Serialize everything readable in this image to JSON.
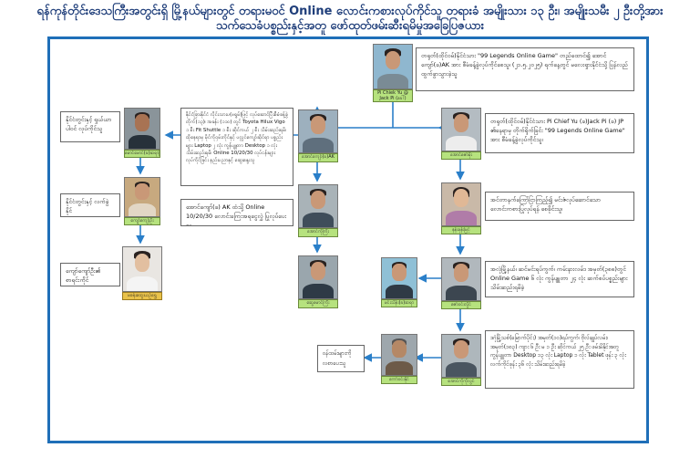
{
  "title": {
    "line1": "ရန်ကုန်တိုင်းဒေသကြီးအတွင်းရှိ မြို့နယ်များတွင် တရားမဝင် Online လောင်းကစားလုပ်ကိုင်သူ တရားခံ အမျိုးသား ၁၃ ဦး၊ အမျိုးသမီး ၂ ဦးတို့အား",
    "line2": "သက်သေခံပစ္စည်းနှင့်အတူ ဖော်ထုတ်ဖမ်းဆီးရမိမှုအခြေပြဇယား"
  },
  "nodes": {
    "top": {
      "caption": "Pi Chiek Yu @ Jack Pi (ခေါ်)",
      "text": "တရုတ်(ထိုင်ဝမ်)နိုင်ငံသား \"99 Legends Online Game\" တည်ထောင်၍ အောင်ကျော်(ခ)AK အား စီမံခန့်ခွဲလုပ်ကိုင်စေသူ၊ (၂၁.၅.၂၀၂၅) ရက်နေ့တွင် မလေးရှားနိုင်ငံသို့ ပြန်လည်ထွက်ခွာသွားခဲ့သူ"
    },
    "left": {
      "caption": "အောင်ကျော်(ခ)AK",
      "text": "နိုင်ငံခြားနိုင်ငံ လိုင်းသားပ(ဗရွမ်)ဖြင့် လုပ်ဆောင်ပြီးစီမံခန့်ခွဲ တိုက်(၁၃)၊ အခန်း (၁၁၀) တွင် Toyota Hilux Vigo ၁ စီး Fit Shuttle ၁ စီး ဆိုင်ကယ် ၂ စီး သိမ်းဆည်းရမိ၊ ထိုနေရာမှ မိုင်ကိုဝှမ်းကိုင်နှင့် ပလ္လင်ကျော်ဆိုင်ရာ ပစ္စည်းများ Laptop ၂ လုံး ကွန်ပျူတာ Desktop ၁ လုံး သိမ်းဆည်းရမိ၊ Online 10/20/30 လုပ်ငန်းများ လုပ်ကိုင်ခြင်း နည်းပညာနှင့် ဆွေးနွေးသူ"
    },
    "left_mid": {
      "caption": "အောင်ကိုကြီး",
      "text": "အောင်ကျော်(ခ) AK ထံသို့ Online 10/20/30 လောင်းကြေးအရငွေလွှဲ ပြုလုပ်ပေးသူ"
    },
    "left_bottom": {
      "caption": "ဆွေမောင်ကြီး"
    },
    "far_top": {
      "caption": "မောင်မောင်(ခ)ဆရာကြီး",
      "text": "နိုင်ငံတွင်းနှင့် ရှယ်ယာပါဝင် လုပ်ကိုင်သူ"
    },
    "far_mid": {
      "caption": "ကျော်ကျော်ဦး",
      "text": "နိုင်ငံတွင်းနှင့် လက်ခွဲနိုင်"
    },
    "far_bottom": {
      "caption": "မစန်းထွေးယဉ်ရွှေ",
      "text": "ကျော်ကျော်ဦး၏ စာရင်းကိုင်"
    },
    "right1": {
      "caption": "အောင်ဇော်မိုး",
      "text": "တရုတ်(ထိုင်ဝမ်)နိုင်ငံသား Pi Chief Yu (ခ)Jack Pi (ခ) JP ၏နေရာမှ တိုက်ရိုက်ခြင်း \"99 Legends Online Game\" အား စီမံခန့်ခွဲလုပ်ကိုင်သူ၊"
    },
    "right2": {
      "caption": "နန်းဖုန်းမြင့်",
      "text": "အင်တာနက်ကြော်ငြာကြည့်၍ မင်းဇံလုပ်ဆောင်သော လောင်းကစားပြုလုပ်ရန် စေခိုင်းသူ၊"
    },
    "right3": {
      "caption": "ဇော်ဝင်းလှိုင်",
      "text": "အလုံမြို့နယ်၊ ဆင်မင်းရပ်ကွက်၊ ကမ်းနားလမ်း၊ အမှတ်(၃၈၈)တွင် Online Game ၆ လုံး ကွန်ပျူတာ ၂၄ လုံး ဆက်စပ်ပစ္စည်းများ သိမ်းဆည်းရမိခဲ့"
    },
    "right3_side": {
      "caption": "မင်းသိန်း(ခ)ဆရာ"
    },
    "right4": {
      "caption": "အောင်ကိုကိုလွင်",
      "text": "ဒဂုံမြို့သစ်(မြောက်ပိုင်း) အမှတ်(၁၀)ရပ်ကွက်၊ ဗိုလ်ချုပ်လမ်း၊ အမှတ်(၁၈၃) ကျား ၆ ဦး မ ၁ ဦး ဆိုင်ကယ် ၂၅ ဦး ဖမ်းမိနိုင်အတူ ကွန်ပျူတာ Desktop ၁၃ လုံး Laptop ၁ လုံး Tablet ဖုန်း ၃ လုံး လက်ကိုင်ဖုန်း ၃၆ လုံး သိမ်းဆည်းရမိခဲ့"
    },
    "right4_side": {
      "caption": "ကော်ဝင်းနိုင်",
      "text": "ဝန်ထမ်းများကို လစာပေးသူ"
    }
  },
  "colors": {
    "frame": "#1f6fb8",
    "connector": "#2a7fc9",
    "caption_bg": "#b6e27e",
    "title": "#1f3e7a"
  }
}
